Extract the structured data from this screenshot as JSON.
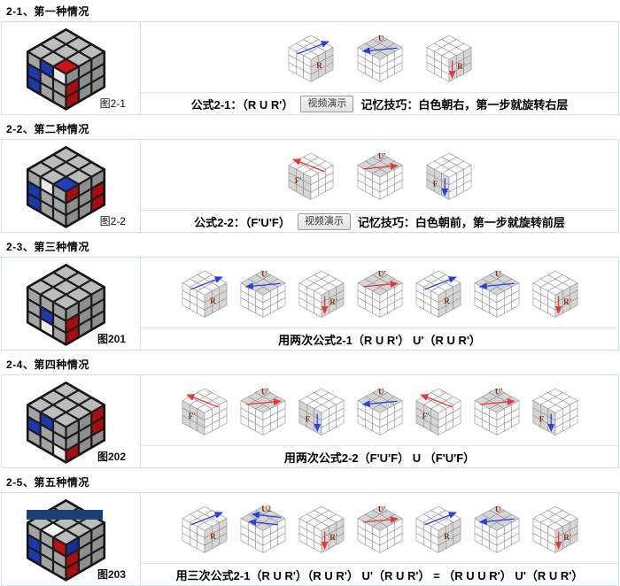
{
  "page": {
    "background": "#ffffff"
  },
  "colors": {
    "arrow_blue": "#2a3fdc",
    "arrow_red": "#e03a3a",
    "move_label": "#8b2f00",
    "box_border": "#c9e0ee",
    "small_cube_shade": "#d5d5d5",
    "small_cube_white": "#fefefe",
    "sticker_gray": "#b5b5b5",
    "sticker_white": "#f4f4f4",
    "sticker_red": "#d01212",
    "sticker_blue": "#2040c0",
    "banner_navy": "#1c3f74"
  },
  "sections": [
    {
      "heading": "2-1、第一种情况",
      "figure_label": "图2-1",
      "figure_label_bold": false,
      "cube": {
        "top": [
          "ggg",
          "ggg",
          "ggr"
        ],
        "left": [
          "gbw",
          "bgg",
          "bgg"
        ],
        "right": [
          "ggg",
          "rgg",
          "rgg"
        ]
      },
      "moves": [
        {
          "kind": "R",
          "label": "R",
          "arrow": "blue"
        },
        {
          "kind": "U",
          "label": "U",
          "arrow": "blue"
        },
        {
          "kind": "Rp",
          "label": "R'",
          "arrow": "red"
        }
      ],
      "formula": "公式2-1：（R U R'）",
      "video_button": "视频演示",
      "tip": "记忆技巧：白色朝右，第一步就旋转右层"
    },
    {
      "heading": "2-2、第二种情况",
      "figure_label": "图2-2",
      "figure_label_bold": false,
      "cube": {
        "top": [
          "ggg",
          "ggg",
          "ggb"
        ],
        "left": [
          "gwg",
          "bgg",
          "bgg"
        ],
        "right": [
          "rgg",
          "ggr",
          "ggr"
        ]
      },
      "moves": [
        {
          "kind": "Fp",
          "label": "F'",
          "arrow": "red"
        },
        {
          "kind": "Up",
          "label": "U'",
          "arrow": "red"
        },
        {
          "kind": "F",
          "label": "F",
          "arrow": "blue"
        }
      ],
      "formula": "公式2-2：（F'U'F）",
      "video_button": "视频演示",
      "tip": "记忆技巧：白色朝前，第一步就旋转前层"
    },
    {
      "heading": "2-3、第三种情况",
      "figure_label": "图201",
      "figure_label_bold": true,
      "cube": {
        "top": [
          "ggg",
          "ggg",
          "ggg"
        ],
        "left": [
          "ggg",
          "gbg",
          "gwg"
        ],
        "right": [
          "ggg",
          "rgg",
          "rgg"
        ]
      },
      "moves": [
        {
          "kind": "R",
          "label": "R",
          "arrow": "blue"
        },
        {
          "kind": "U",
          "label": "U",
          "arrow": "blue"
        },
        {
          "kind": "Rp",
          "label": "R'",
          "arrow": "red"
        },
        {
          "kind": "Up",
          "label": "U'",
          "arrow": "red"
        },
        {
          "kind": "R",
          "label": "R",
          "arrow": "blue"
        },
        {
          "kind": "U",
          "label": "U",
          "arrow": "blue"
        },
        {
          "kind": "Rp",
          "label": "R'",
          "arrow": "red"
        }
      ],
      "formula": "用两次公式2-1（R U R'） U'（R U R'）"
    },
    {
      "heading": "2-4、第四种情况",
      "figure_label": "图202",
      "figure_label_bold": true,
      "cube": {
        "top": [
          "ggg",
          "ggg",
          "ggg"
        ],
        "left": [
          "gbg",
          "bgg",
          "ggw"
        ],
        "right": [
          "ggr",
          "ggr",
          "rgg"
        ]
      },
      "moves": [
        {
          "kind": "Fp",
          "label": "F'",
          "arrow": "red"
        },
        {
          "kind": "Up",
          "label": "U'",
          "arrow": "red"
        },
        {
          "kind": "F",
          "label": "F",
          "arrow": "blue"
        },
        {
          "kind": "U",
          "label": "U",
          "arrow": "blue"
        },
        {
          "kind": "Fp",
          "label": "F'",
          "arrow": "red"
        },
        {
          "kind": "Up",
          "label": "U'",
          "arrow": "red"
        },
        {
          "kind": "F",
          "label": "F",
          "arrow": "blue"
        }
      ],
      "formula": "用两次公式2-2（F'U'F） U （F'U'F）"
    },
    {
      "heading": "2-5、第五种情况",
      "figure_label": "图203",
      "figure_label_bold": true,
      "cube": {
        "top": [
          "ggg",
          "ggg",
          "gwg"
        ],
        "left": [
          "ggr",
          "bgg",
          "bgg"
        ],
        "right": [
          "bgg",
          "rgg",
          "rgg"
        ]
      },
      "moves": [
        {
          "kind": "R",
          "label": "R",
          "arrow": "blue"
        },
        {
          "kind": "U2",
          "label": "U2",
          "arrow": "blue"
        },
        {
          "kind": "Rp",
          "label": "R'",
          "arrow": "red"
        },
        {
          "kind": "Up",
          "label": "U'",
          "arrow": "red"
        },
        {
          "kind": "R",
          "label": "R",
          "arrow": "blue"
        },
        {
          "kind": "U",
          "label": "U",
          "arrow": "blue"
        },
        {
          "kind": "Rp",
          "label": "R'",
          "arrow": "red"
        }
      ],
      "formula": "用三次公式2-1（R U R'）（R U R'） U'（R U R'） = （R U U R'） U'（R U R'）"
    }
  ]
}
